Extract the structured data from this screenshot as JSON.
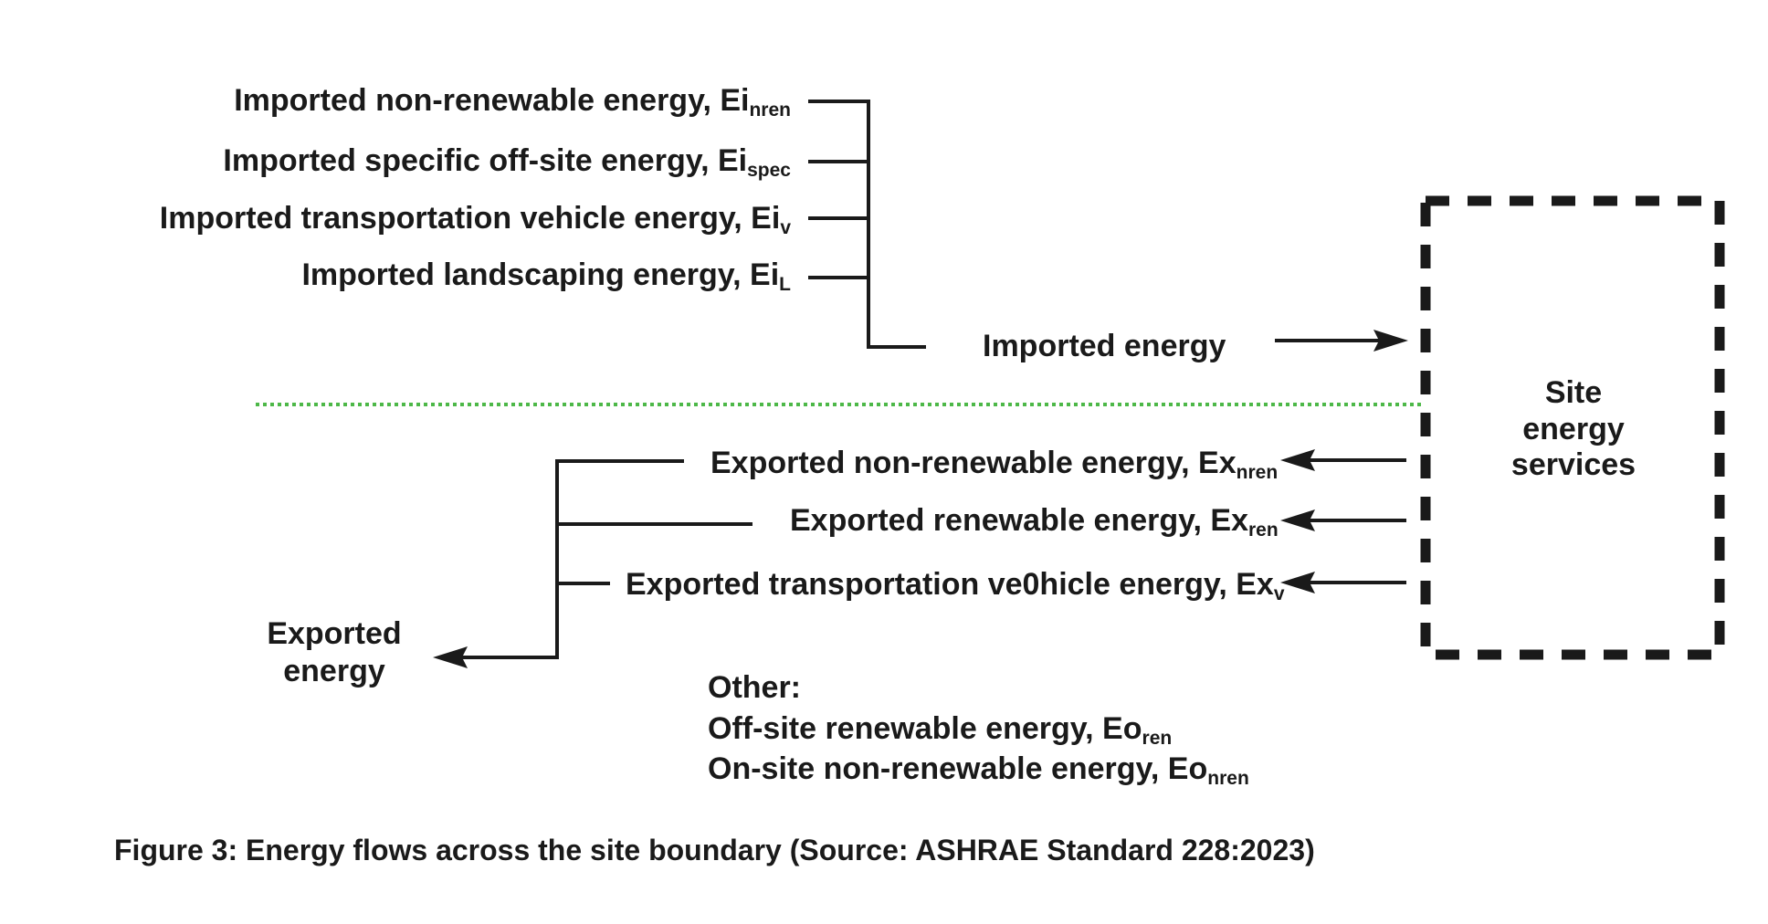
{
  "imported_sources": [
    {
      "main": "Imported non-renewable energy, Ei",
      "sub": "nren"
    },
    {
      "main": "Imported specific off-site energy, Ei",
      "sub": "spec"
    },
    {
      "main": "Imported transportation vehicle energy, Ei",
      "sub": "v"
    },
    {
      "main": "Imported landscaping energy, Ei",
      "sub": "L"
    }
  ],
  "imported_total": "Imported energy",
  "site_box": {
    "line1": "Site",
    "line2": "energy",
    "line3": "services"
  },
  "exported_sources": [
    {
      "main": "Exported non-renewable energy, Ex",
      "sub": "nren"
    },
    {
      "main": "Exported renewable energy, Ex",
      "sub": "ren"
    },
    {
      "main": "Exported transportation ve0hicle energy, Ex",
      "sub": "v"
    }
  ],
  "exported_total": {
    "line1": "Exported",
    "line2": "energy"
  },
  "other": {
    "heading": "Other:",
    "items": [
      {
        "main": "Off-site renewable energy, Eo",
        "sub": "ren"
      },
      {
        "main": "On-site non-renewable energy, Eo",
        "sub": "nren"
      }
    ]
  },
  "caption": "Figure 3: Energy flows across the site boundary (Source: ASHRAE Standard 228:2023)",
  "colors": {
    "ink": "#1a1a1a",
    "divider": "#4db848"
  }
}
